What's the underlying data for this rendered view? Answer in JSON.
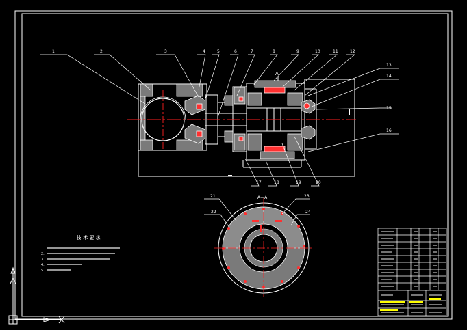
{
  "colors": {
    "background": "#000000",
    "line": "#ffffff",
    "centerline": "#ff2020",
    "section_fill": "#7a7a7a",
    "hatch": "#ff3030",
    "highlight": "#ffff00",
    "ucs": "#ffffff"
  },
  "callouts_top": [
    "1",
    "2",
    "3",
    "4",
    "5",
    "6",
    "7",
    "8",
    "9",
    "10",
    "11",
    "12"
  ],
  "callouts_right": [
    "13",
    "14",
    "15",
    "16"
  ],
  "callouts_bottom": [
    "17",
    "18",
    "19",
    "20"
  ],
  "callouts_section": [
    "21",
    "22",
    "23",
    "24"
  ],
  "section_label": "A—A",
  "section_marker": "A",
  "notes": {
    "title": "技 术 要 求",
    "items": [
      "1.",
      "2.",
      "3.",
      "4.",
      "5."
    ]
  }
}
